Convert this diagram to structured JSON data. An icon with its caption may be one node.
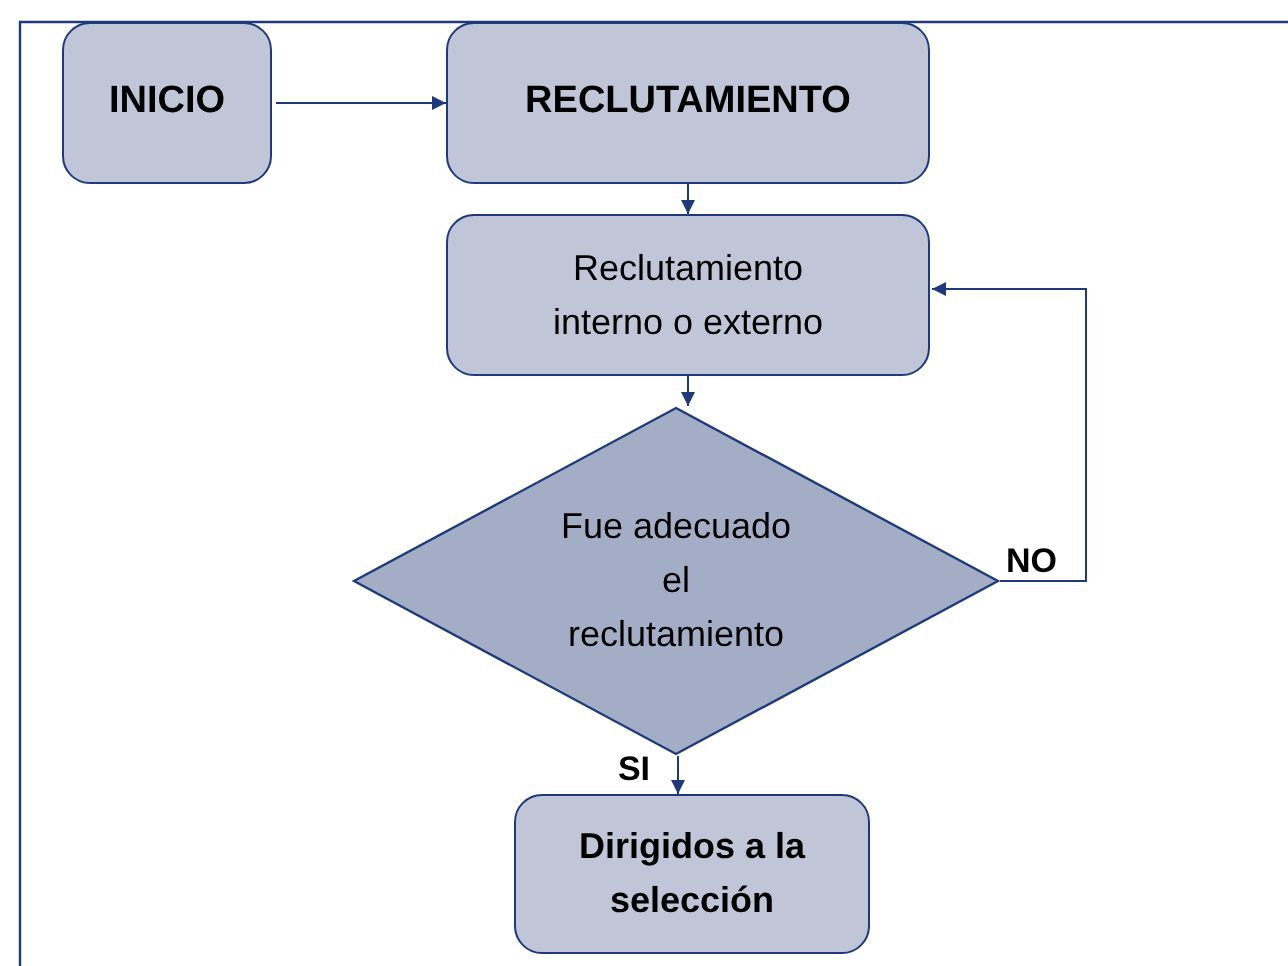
{
  "diagram": {
    "nodes": [
      {
        "text": [
          "INICIO"
        ]
      },
      {
        "text": [
          "RECLUTAMIENTO"
        ]
      },
      {
        "text": [
          "Reclutamiento interno o externo"
        ]
      },
      {
        "text": [
          "Fue adecuado el reclutamiento"
        ]
      },
      {
        "text": [
          "Dirigidos a la selección"
        ]
      }
    ],
    "edges": [
      {
        "from": 0,
        "to": 1,
        "arrow": "to"
      },
      {
        "from": 1,
        "to": 2,
        "arrow": "to"
      },
      {
        "from": 2,
        "to": 3,
        "arrow": "to"
      },
      {
        "from": 3,
        "to": 2,
        "arrow": "to",
        "label": "NO"
      },
      {
        "from": 3,
        "to": 4,
        "arrow": "to",
        "label": "SI"
      }
    ]
  }
}
